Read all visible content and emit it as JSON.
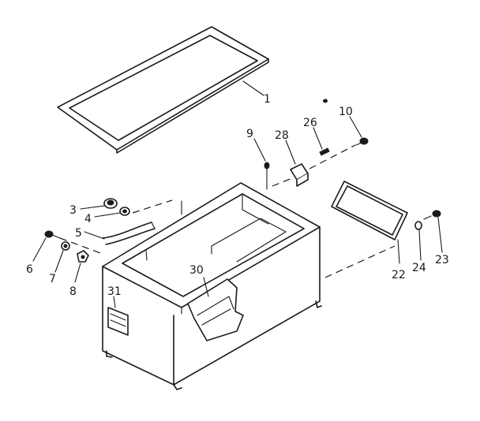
{
  "diagram": {
    "callouts": {
      "lid_gasket": "1",
      "knob": "3",
      "washer_4": "4",
      "hinge_pin": "5",
      "screw_6": "6",
      "washer_7": "7",
      "nut_8": "8",
      "screw_9": "9",
      "screw_10": "10",
      "screw_26": "26",
      "switch_28": "28",
      "handle_30": "30",
      "plate_31": "31",
      "panel_22": "22",
      "washer_24": "24",
      "screw_23": "23"
    }
  }
}
